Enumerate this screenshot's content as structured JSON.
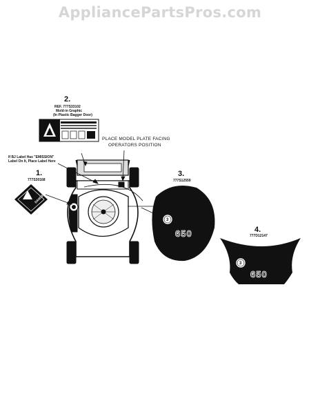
{
  "watermark": "AppliancePartsPros.com",
  "parts": [
    {
      "number": "1.",
      "part_no": "777S30168"
    },
    {
      "number": "2.",
      "ref": "REF. 777S33102",
      "note_lines": [
        "Mold-in Graphic",
        "(In Plastic Bagger Door)"
      ]
    },
    {
      "number": "3.",
      "part_no": "777S12559",
      "decal_text": "650",
      "badge_text": "3"
    },
    {
      "number": "4.",
      "part_no": "777D12147",
      "decal_text": "650",
      "badge_text": "3"
    }
  ],
  "callouts": {
    "emission_lines": [
      "If BJ Label Has \"EMISSION\"",
      "Label On It, Place Label Here"
    ],
    "model_plate_lines": [
      "PLACE MODEL PLATE FACING",
      "OPERATORS POSITION"
    ]
  },
  "warning_label_text": "DANGER"
}
